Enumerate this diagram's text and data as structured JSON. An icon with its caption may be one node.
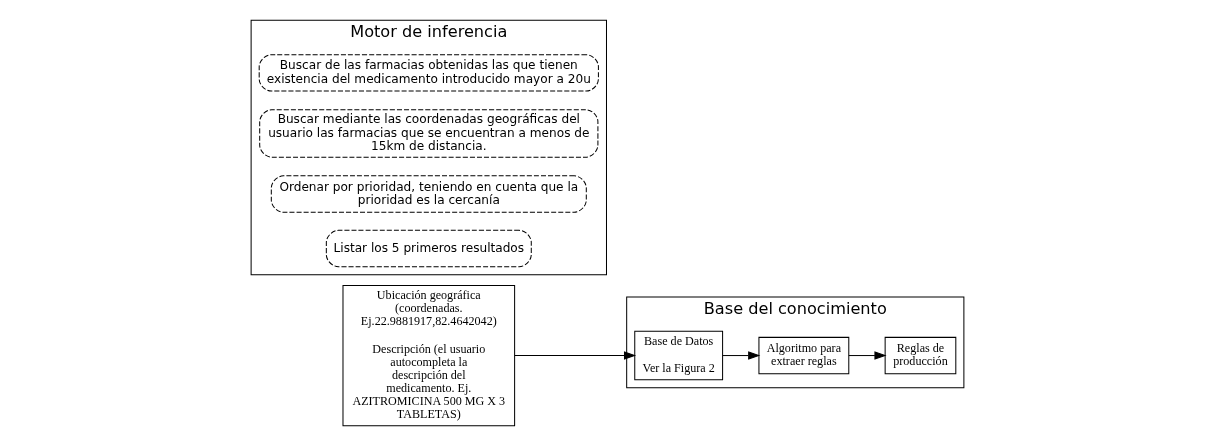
{
  "diagram": {
    "nodes": [
      {
        "text": [
          "Ubicación geográfica (coordenadas. Ej.22.9881917,82.4642042)",
          "Descripción (el usuario autocompleta la descripción del medicamento. Ej. AZITROMICINA 500 MG X 3 TABLETAS)"
        ]
      },
      {
        "text": [
          "Base del conocimiento"
        ]
      },
      {
        "text": [
          "Base de Datos",
          "Ver la Figura 2"
        ],
        "in": 1
      },
      {
        "text": [
          "Algoritmo para extraer reglas"
        ],
        "in": 1
      },
      {
        "text": [
          "Reglas de producción"
        ],
        "in": 1
      },
      {
        "text": [
          "Motor de inferencia"
        ]
      },
      {
        "text": [
          "Buscar de las farmacias obtenidas las que tienen existencia del medicamento introducido mayor a 20u"
        ],
        "in": 5
      },
      {
        "text": [
          "Buscar mediante las coordenadas geográficas del usuario las farmacias que se encuentran a menos de 15km de distancia."
        ],
        "in": 5
      },
      {
        "text": [
          "Ordenar por prioridad, teniendo en cuenta que la prioridad es la cercanía"
        ],
        "in": 5
      },
      {
        "text": [
          "Listar los 5 primeros resultados"
        ],
        "in": 5
      }
    ],
    "edges": [
      {
        "from": 0,
        "to": 2,
        "arrow": "to"
      },
      {
        "from": 2,
        "to": 3,
        "arrow": "to"
      },
      {
        "from": 3,
        "to": 4,
        "arrow": "to"
      }
    ]
  }
}
